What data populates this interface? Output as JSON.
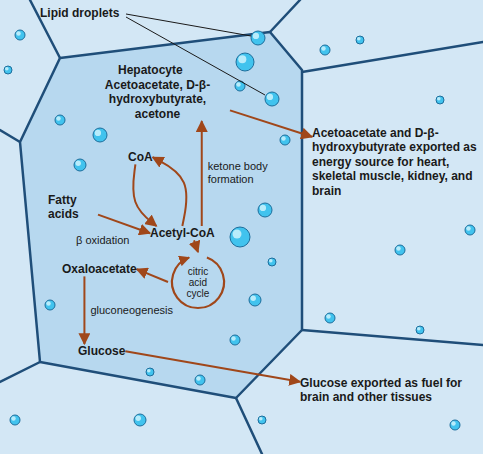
{
  "diagram": {
    "nodes": [
      {
        "text": [
          "Hepatocyte"
        ]
      },
      {
        "text": [
          "Acetoacetate, D-β-hydroxybutyrate, acetone"
        ],
        "in": 0
      },
      {
        "text": [
          "CoA"
        ],
        "in": 0
      },
      {
        "text": [
          "Fatty acids"
        ],
        "in": 0
      },
      {
        "text": [
          "Acetyl-CoA"
        ],
        "in": 0
      },
      {
        "text": [
          "Oxaloacetate"
        ],
        "in": 0
      },
      {
        "text": [
          "citric acid cycle"
        ],
        "in": 0
      },
      {
        "text": [
          "Glucose"
        ],
        "in": 0
      },
      {
        "text": [
          "Acetoacetate and D-β-hydroxybutyrate exported as energy source for heart, skeletal muscle, kidney, and brain"
        ]
      },
      {
        "text": [
          "Glucose exported as fuel for brain and other tissues"
        ]
      }
    ],
    "edges": [
      {
        "from": 3,
        "to": 4,
        "arrow": "to",
        "label": "β oxidation"
      },
      {
        "from": 4,
        "to": 1,
        "arrow": "to",
        "label": "ketone body formation"
      },
      {
        "from": 4,
        "to": 2,
        "arrow": "to"
      },
      {
        "from": 2,
        "to": 4,
        "arrow": "to"
      },
      {
        "from": 4,
        "to": 6,
        "arrow": "to"
      },
      {
        "from": 6,
        "to": 5,
        "arrow": "to"
      },
      {
        "from": 5,
        "to": 7,
        "arrow": "to",
        "label": "gluconeogenesis"
      },
      {
        "from": 1,
        "to": 8,
        "arrow": "to"
      },
      {
        "from": 7,
        "to": 9,
        "arrow": "to"
      }
    ],
    "labels": [
      "Lipid droplets"
    ]
  }
}
